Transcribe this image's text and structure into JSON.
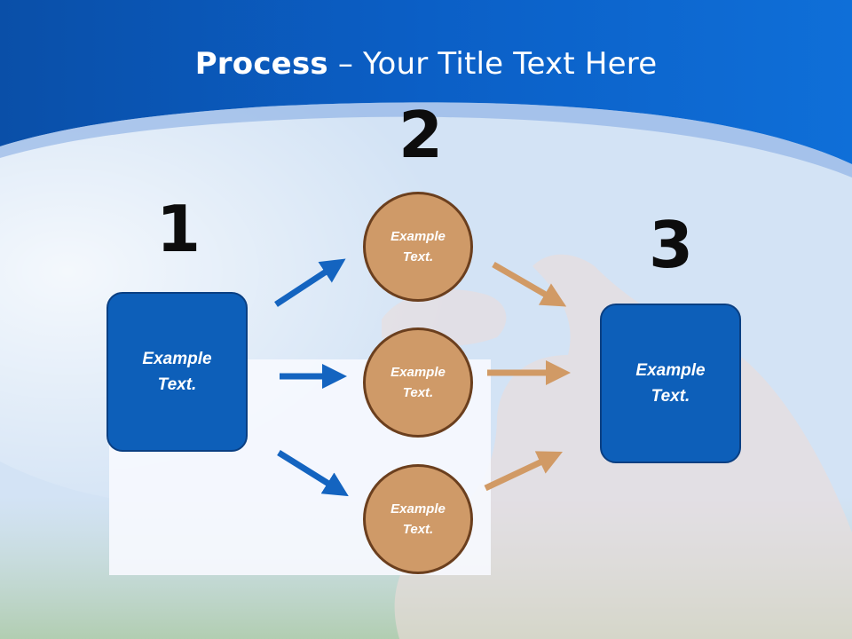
{
  "title": {
    "bold": "Process",
    "rest": " – Your Title Text Here"
  },
  "steps": {
    "one": {
      "number": "1",
      "line1": "Example",
      "line2": "Text."
    },
    "two": {
      "number": "2"
    },
    "three": {
      "number": "3",
      "line1": "Example",
      "line2": "Text."
    }
  },
  "circles": [
    {
      "line1": "Example",
      "line2": "Text."
    },
    {
      "line1": "Example",
      "line2": "Text."
    },
    {
      "line1": "Example",
      "line2": "Text."
    }
  ],
  "colors": {
    "box": "#0d5fb9",
    "circle": "#cf9a68",
    "blue_arrow": "#1464c0",
    "tan_arrow": "#d19a65",
    "header": "#0b5fc6"
  }
}
